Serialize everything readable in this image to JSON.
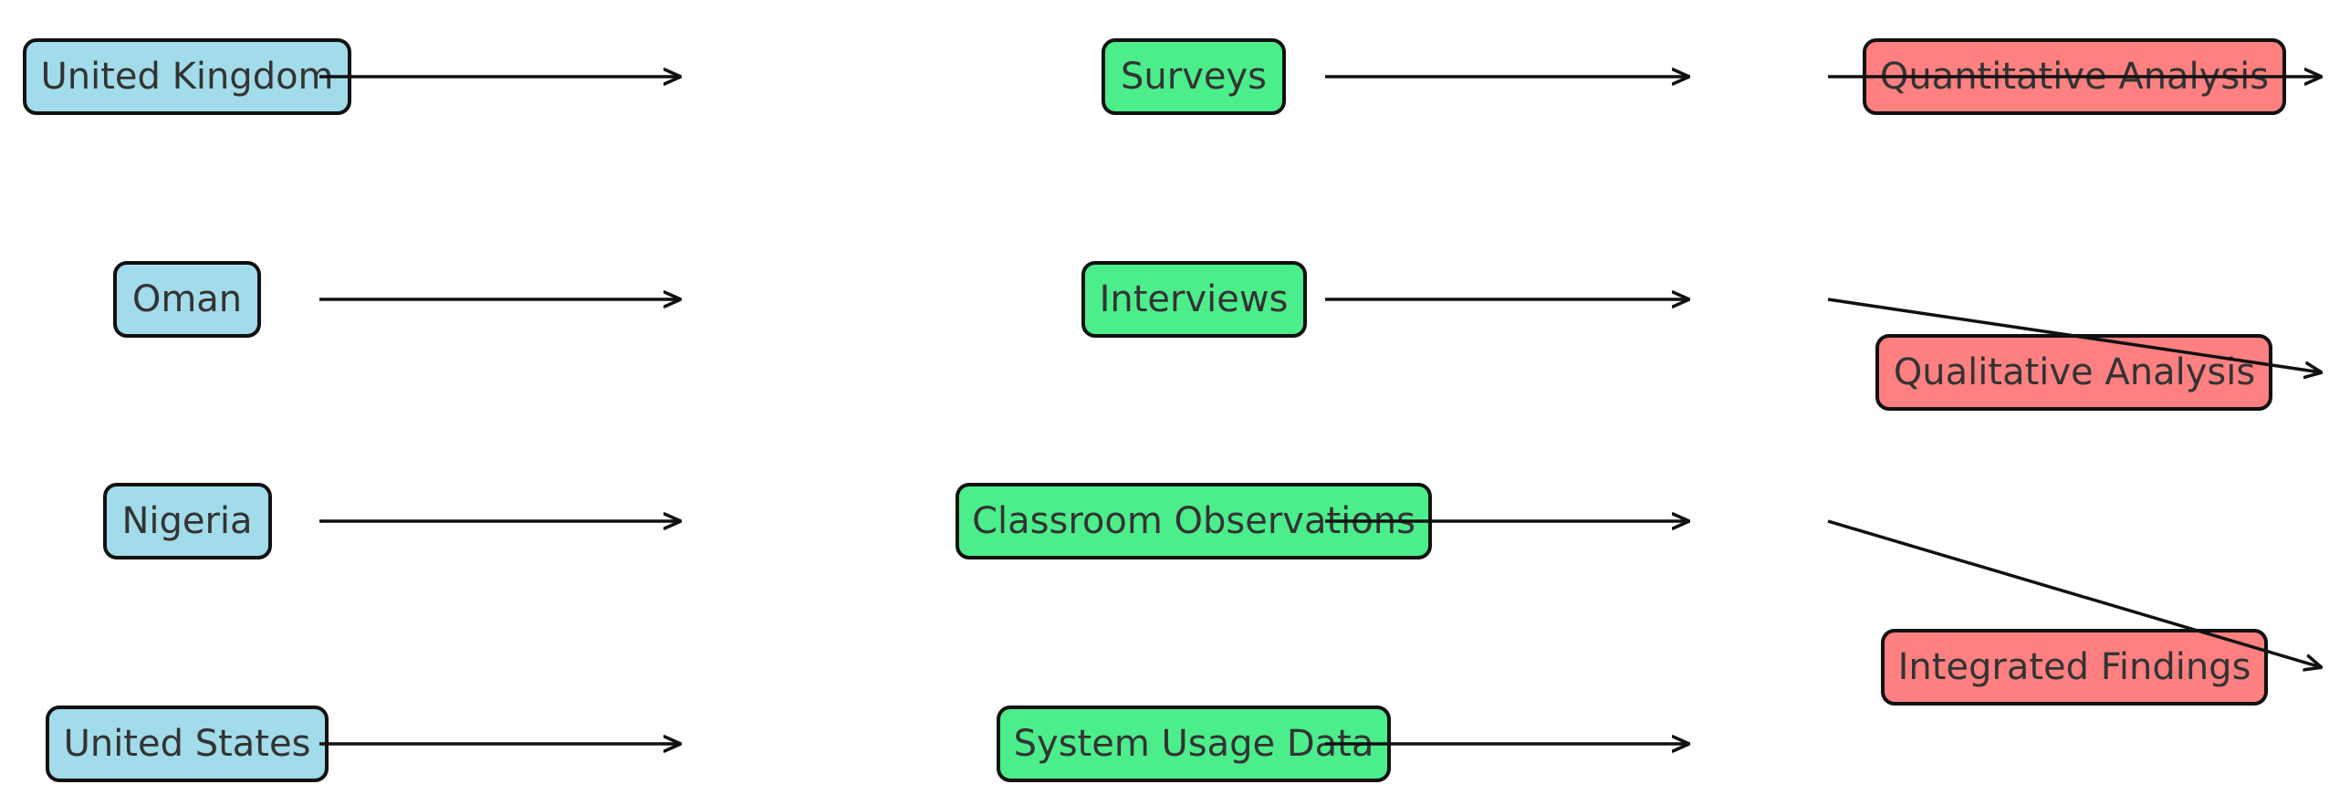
{
  "colors": {
    "country_fill": "#a2dbe9",
    "method_fill": "#4cee8c",
    "analysis_fill": "#ff8080",
    "stroke": "#111111",
    "text": "#333333"
  },
  "countries": [
    "United Kingdom",
    "Oman",
    "Nigeria",
    "United States"
  ],
  "methods": [
    "Surveys",
    "Interviews",
    "Classroom Observations",
    "System Usage Data"
  ],
  "analyses": [
    "Quantitative Analysis",
    "Qualitative Analysis",
    "Integrated Findings"
  ]
}
